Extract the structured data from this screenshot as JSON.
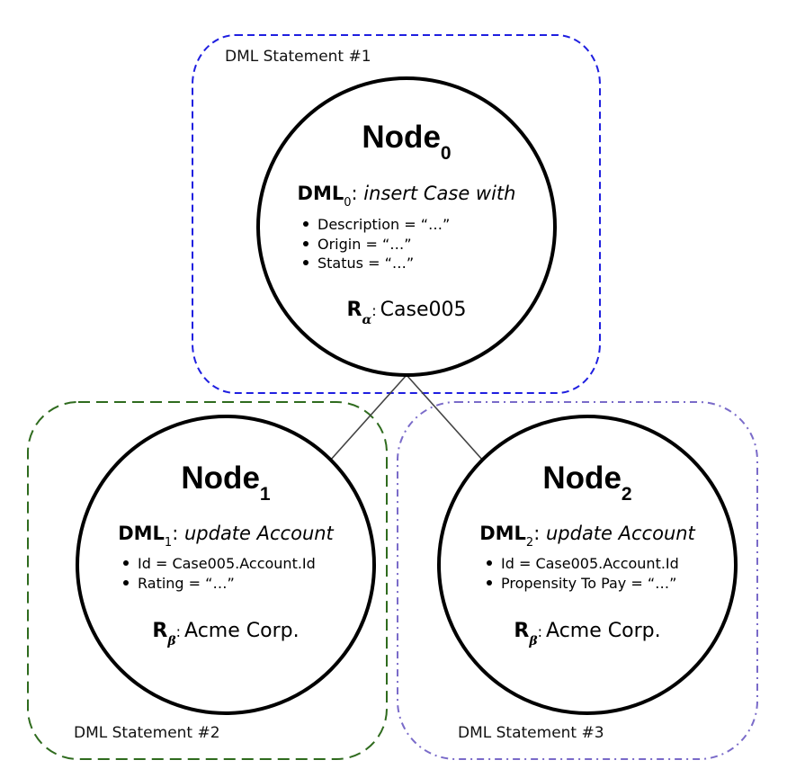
{
  "statements": [
    {
      "label": "DML Statement #1",
      "color": "#1f1fe0"
    },
    {
      "label": "DML Statement #2",
      "color": "#2f6b1e"
    },
    {
      "label": "DML Statement #3",
      "color": "#7a6bc9"
    }
  ],
  "edge_color": "#444444",
  "node_stroke": "#000000",
  "nodes": [
    {
      "title": "Node",
      "title_sub": "0",
      "dml_label": "DML",
      "dml_sub": "0",
      "dml_sep": ": ",
      "dml_op": "insert Case with",
      "fields": [
        "Description = “…”",
        "Origin = “…”",
        "Status = “…”"
      ],
      "record_label": "R",
      "record_sub": "α",
      "record_sep": ":",
      "record_value": "Case005"
    },
    {
      "title": "Node",
      "title_sub": "1",
      "dml_label": "DML",
      "dml_sub": "1",
      "dml_sep": ": ",
      "dml_op": "update Account",
      "fields": [
        "Id = Case005.Account.Id",
        "Rating = “…”"
      ],
      "record_label": "R",
      "record_sub": "β",
      "record_sep": ":",
      "record_value": "Acme Corp."
    },
    {
      "title": "Node",
      "title_sub": "2",
      "dml_label": "DML",
      "dml_sub": "2",
      "dml_sep": ": ",
      "dml_op": "update Account",
      "fields": [
        "Id = Case005.Account.Id",
        "Propensity To Pay = “…”"
      ],
      "record_label": "R",
      "record_sub": "β",
      "record_sep": ":",
      "record_value": "Acme Corp."
    }
  ],
  "edges": [
    {
      "from": "Node0",
      "to": "Node1"
    },
    {
      "from": "Node0",
      "to": "Node2"
    }
  ]
}
